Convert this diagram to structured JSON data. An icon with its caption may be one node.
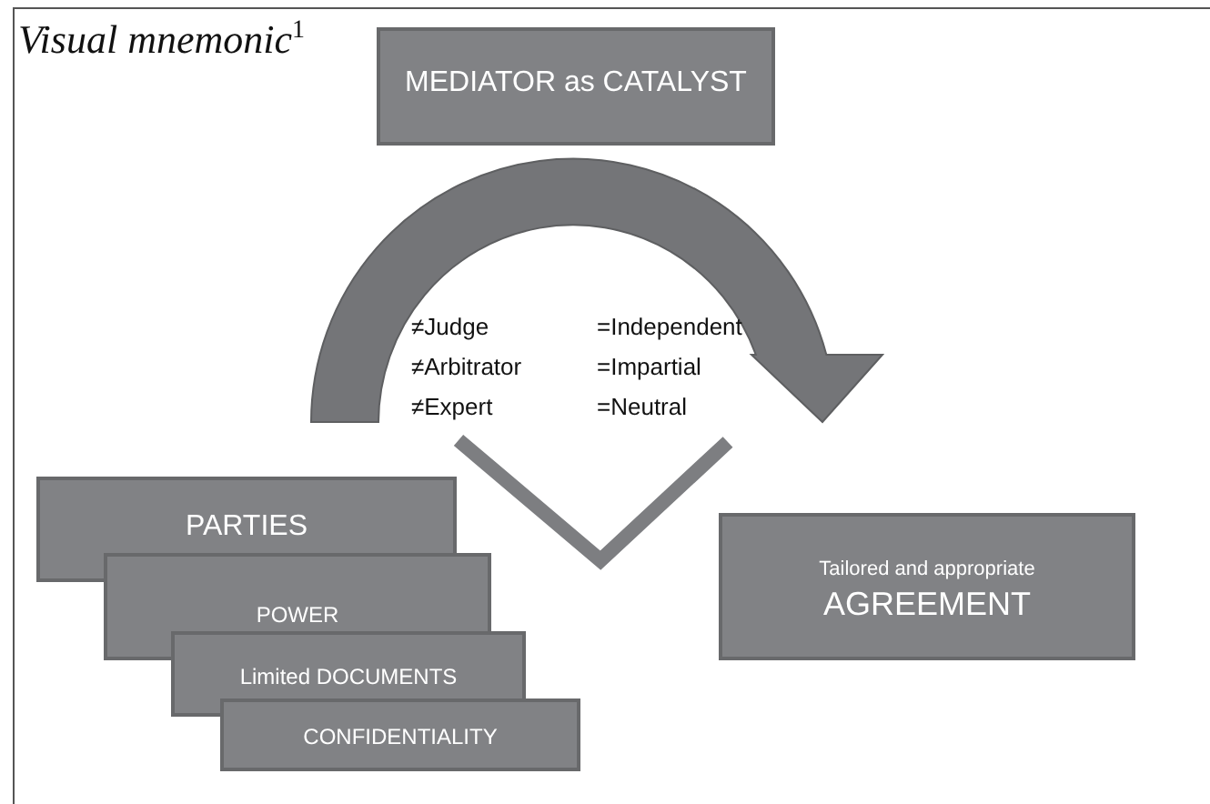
{
  "diagram": {
    "title": "Visual mnemonic$^{1}$",
    "nodes": [
      {
        "text": [
          "MEDIATOR as CATALYST"
        ]
      },
      {
        "text": [
          "PARTIES"
        ]
      },
      {
        "text": [
          "POWER"
        ]
      },
      {
        "text": [
          "Limited DOCUMENTS"
        ]
      },
      {
        "text": [
          "CONFIDENTIALITY"
        ]
      },
      {
        "text": [
          "Tailored and appropriate",
          "AGREEMENT"
        ]
      }
    ],
    "edges": [
      {
        "from": 1,
        "to": 5,
        "arrow": "to",
        "style": "thick"
      }
    ],
    "labels": [
      "≠Judge",
      "=Independent",
      "≠Arbitrator",
      "=Impartial",
      "≠Expert",
      "=Neutral"
    ]
  }
}
